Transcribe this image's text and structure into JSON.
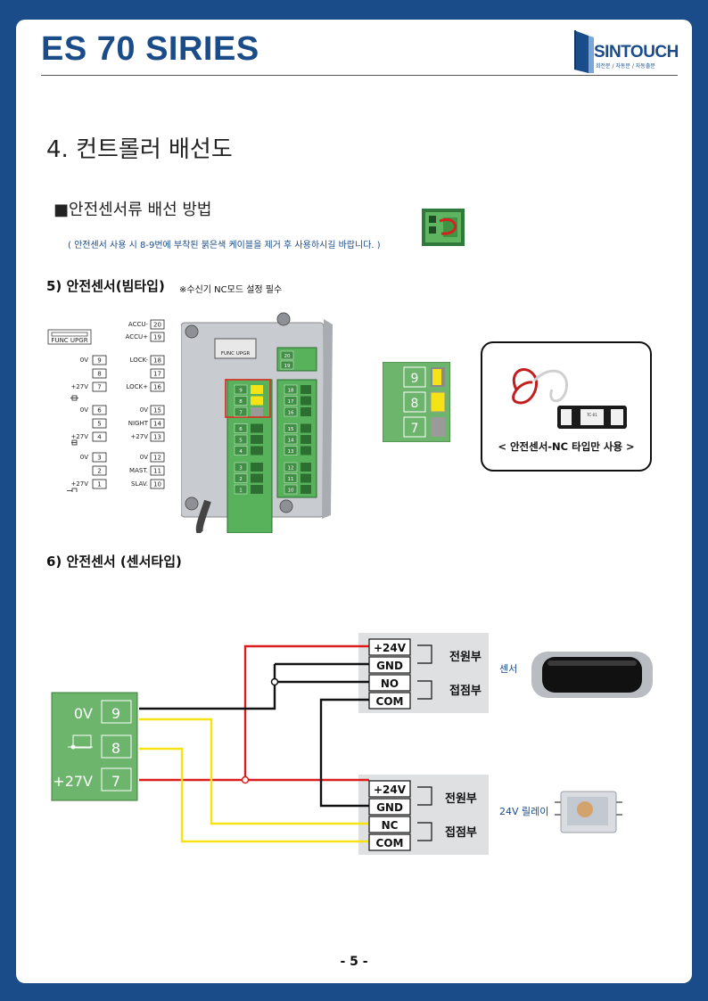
{
  "header": {
    "series_title": "ES 70 SIRIES",
    "logo_wordmark": "SINTOUCH",
    "logo_tagline": "회전문 / 자동문 / 자동출문"
  },
  "section_title": "4. 컨트롤러 배선도",
  "method": {
    "title": "■안전센서류 배선 방법",
    "note": "( 안전센서 사용 시 8-9번에 부착된 붉은색 케이블을 제거 후 사용하시길 바랍니다. )"
  },
  "beam": {
    "title": "5) 안전센서(빔타입)",
    "note": "※수신기 NC모드 설정 필수",
    "legend": {
      "func_upgr": "FUNC UPGR",
      "right": [
        {
          "label": "ACCU-",
          "num": "20"
        },
        {
          "label": "ACCU+",
          "num": "19"
        },
        {
          "label": "LOCK-",
          "num": "18"
        },
        {
          "label": "",
          "num": "17"
        },
        {
          "label": "LOCK+",
          "num": "16"
        },
        {
          "label": "0V",
          "num": "15"
        },
        {
          "label": "NIGHT",
          "num": "14"
        },
        {
          "label": "+27V",
          "num": "13"
        },
        {
          "label": "0V",
          "num": "12"
        },
        {
          "label": "MAST.",
          "num": "11"
        },
        {
          "label": "SLAV.",
          "num": "10"
        }
      ],
      "left": [
        {
          "label": "0V",
          "num": "9"
        },
        {
          "label": "",
          "num": "8"
        },
        {
          "label": "+27V",
          "num": "7"
        },
        {
          "label": "0V",
          "num": "6"
        },
        {
          "label": "",
          "num": "5"
        },
        {
          "label": "+27V",
          "num": "4"
        },
        {
          "label": "0V",
          "num": "3"
        },
        {
          "label": "",
          "num": "2"
        },
        {
          "label": "+27V",
          "num": "1"
        }
      ]
    },
    "board": {
      "label": "FUNC UPGR",
      "top_nums": [
        "20",
        "19"
      ],
      "left_nums": [
        "9",
        "8",
        "7",
        "6",
        "5",
        "4",
        "3",
        "2",
        "1"
      ],
      "right_nums": [
        "18",
        "17",
        "16",
        "15",
        "14",
        "13",
        "12",
        "11",
        "10"
      ]
    },
    "terminal_zoom": [
      "9",
      "8",
      "7"
    ],
    "nc_photo_model": "TC-01",
    "nc_label": "< 안전센서-NC 타입만 사용 >"
  },
  "sensor": {
    "title": "6) 안전센서 (센서타입)",
    "controller": [
      {
        "label": "0V",
        "num": "9"
      },
      {
        "label": "",
        "num": "8"
      },
      {
        "label": "+27V",
        "num": "7"
      }
    ],
    "device1": {
      "terminals": [
        "+24V",
        "GND",
        "NO",
        "COM"
      ],
      "power_label": "전원부",
      "contact_label": "접점부",
      "name": "센서"
    },
    "device2": {
      "terminals": [
        "+24V",
        "GND",
        "NC",
        "COM"
      ],
      "power_label": "전원부",
      "contact_label": "접점부",
      "name": "24V 릴레이"
    },
    "colors": {
      "red": "#dd1c1c",
      "black": "#111111",
      "yellow": "#f6e316",
      "terminal_green": "#6db56d"
    }
  },
  "page_number": "- 5 -"
}
